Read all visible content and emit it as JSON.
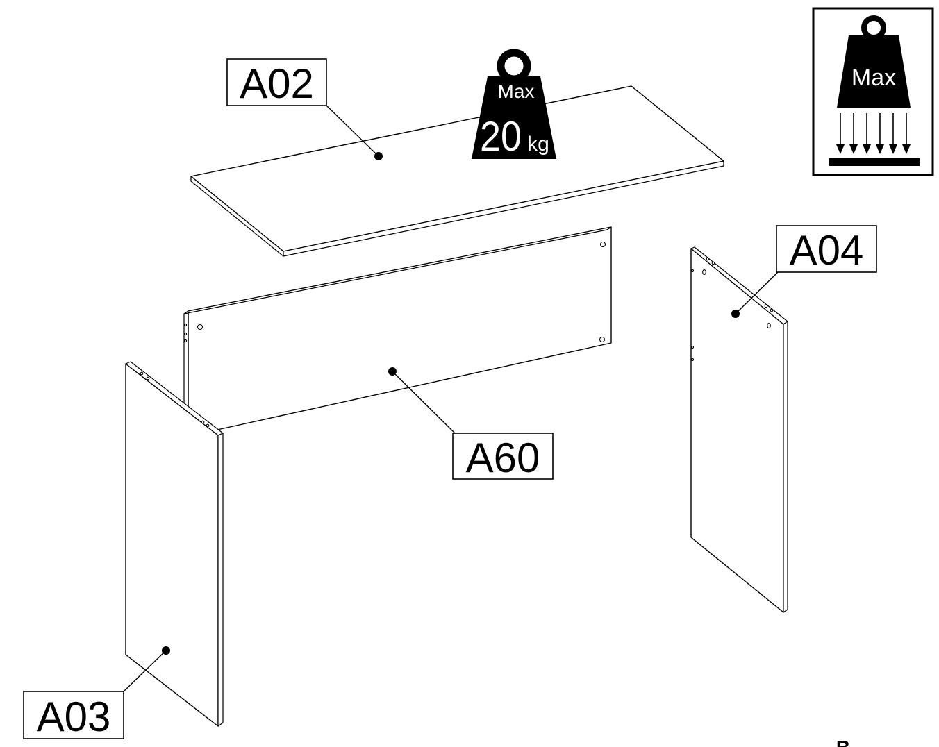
{
  "parts": {
    "a02": "A02",
    "a03": "A03",
    "a04": "A04",
    "a60": "A60"
  },
  "weight_badge": {
    "label": "Max",
    "value": "20",
    "unit": "kg"
  },
  "load_icon": {
    "label": "Max"
  },
  "cut_off_letter": "B"
}
